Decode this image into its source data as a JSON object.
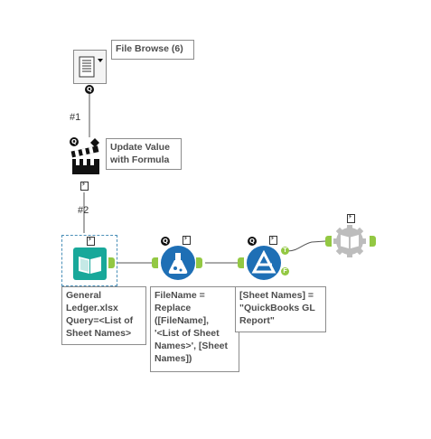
{
  "canvas": {
    "background": "#ffffff"
  },
  "tools": {
    "file_browse": {
      "annotation": "File Browse (6)",
      "icon": "file-browse-icon"
    },
    "update_value": {
      "annotation": "Update Value\nwith Formula",
      "icon": "clapperboard-icon"
    },
    "input": {
      "annotation": "General\nLedger.xlsx\nQuery=<List of\nSheet Names>",
      "icon": "book-icon",
      "color": "#18a89a"
    },
    "formula": {
      "annotation": "FileName =\nReplace\n([FileName],\n'<List of Sheet\nNames>', [Sheet\nNames])",
      "icon": "flask-icon",
      "color": "#1e6fb5"
    },
    "filter": {
      "annotation": "[Sheet Names] =\n\"QuickBooks GL\nReport\"",
      "icon": "filter-icon",
      "color": "#1e6fb5"
    },
    "macro_output": {
      "icon": "gear-book-icon"
    }
  },
  "connections": {
    "label_1": "#1",
    "label_2": "#2"
  },
  "badges": {
    "q": "Q",
    "t": "T",
    "f": "F"
  }
}
